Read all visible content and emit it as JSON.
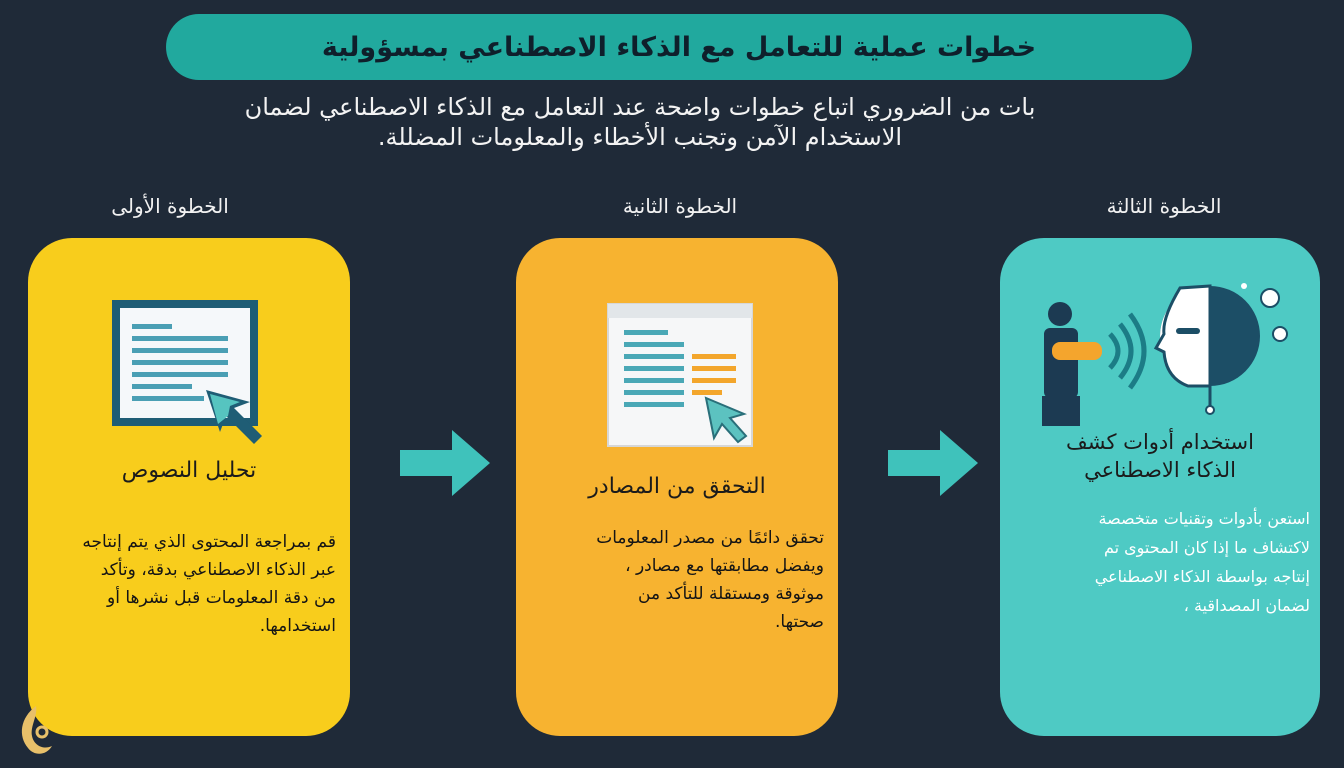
{
  "header": {
    "title": "خطوات عملية للتعامل مع الذكاء الاصطناعي بمسؤولية",
    "intro_line1": "بات من الضروري اتباع خطوات واضحة عند التعامل مع الذكاء الاصطناعي لضمان",
    "intro_line2": "الاستخدام الآمن وتجنب الأخطاء والمعلومات المضللة."
  },
  "steps": [
    {
      "label": "الخطوة الأولى",
      "title": "تحليل النصوص",
      "body_lines": [
        "قم بمراجعة المحتوى الذي يتم إنتاجه",
        "عبر الذكاء الاصطناعي بدقة، وتأكد",
        "من دقة المعلومات قبل نشرها أو",
        "استخدامها."
      ],
      "icon": "document-analysis-icon",
      "color": "#f8cd1c"
    },
    {
      "label": "الخطوة الثانية",
      "title": "التحقق من المصادر",
      "body_lines": [
        "تحقق دائمًا من مصدر المعلومات",
        "ويفضل مطابقتها مع مصادر ،",
        "موثوقة ومستقلة للتأكد من",
        "صحتها."
      ],
      "icon": "source-verification-icon",
      "color": "#f7b330"
    },
    {
      "label": "الخطوة الثالثة",
      "title_line1": "استخدام أدوات كشف",
      "title_line2": "الذكاء الاصطناعي",
      "body_lines": [
        "استعن بأدوات وتقنيات متخصصة",
        "لاكتشاف ما إذا كان المحتوى تم",
        "إنتاجه بواسطة الذكاء الاصطناعي",
        "لضمان المصداقية ،"
      ],
      "icon": "ai-detection-icon",
      "color": "#4ecac4"
    }
  ],
  "colors": {
    "background": "#1f2a38",
    "title_bar": "#21a99e",
    "arrow": "#3fc2bb"
  }
}
